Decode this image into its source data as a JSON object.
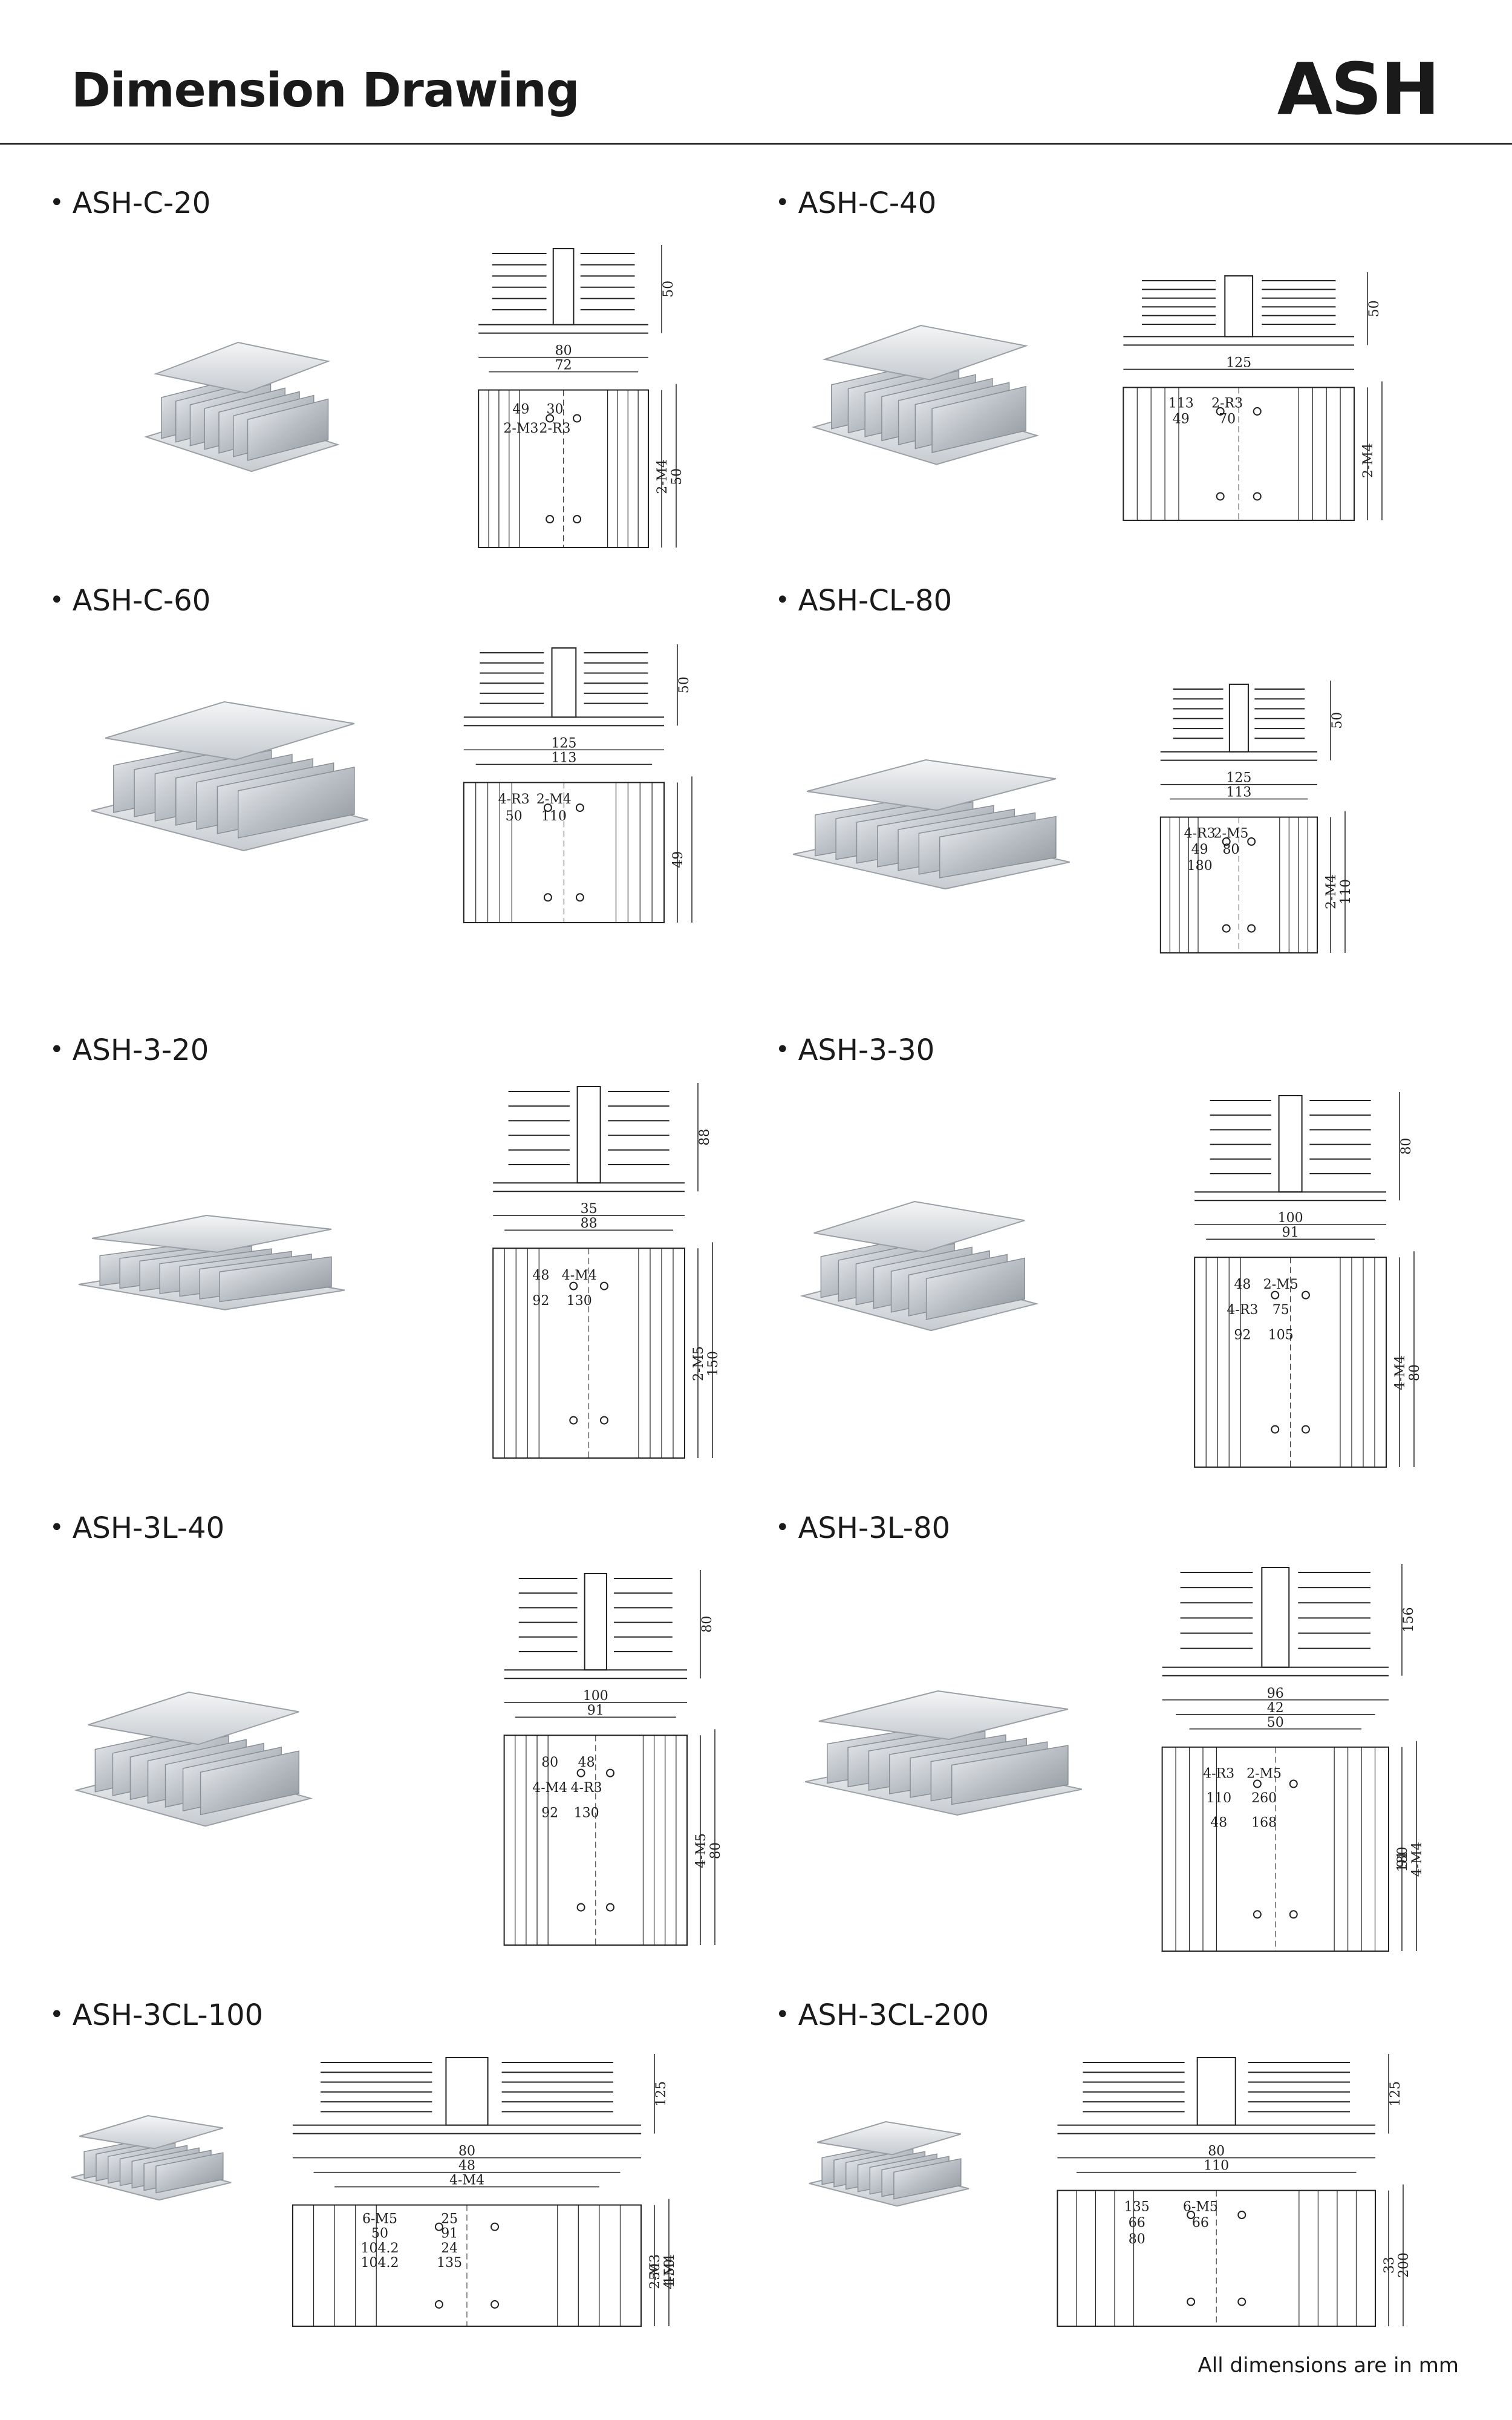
{
  "header": {
    "title": "Dimension Drawing",
    "brand": "ASH"
  },
  "footer": {
    "note": "All dimensions are in mm"
  },
  "sections": [
    {
      "label": "ASH-C-20",
      "dims": [
        "50",
        "80",
        "72",
        "49",
        "30",
        "2-M4",
        "2-M3",
        "2-R3",
        "50"
      ]
    },
    {
      "label": "ASH-C-40",
      "dims": [
        "50",
        "125",
        "113",
        "2-R3",
        "2-M4",
        "49",
        "70"
      ]
    },
    {
      "label": "ASH-C-60",
      "dims": [
        "50",
        "125",
        "113",
        "4-R3",
        "2-M4",
        "49",
        "50",
        "110"
      ]
    },
    {
      "label": "ASH-CL-80",
      "dims": [
        "50",
        "125",
        "113",
        "4-R3",
        "2-M5",
        "2-M4",
        "49",
        "80",
        "110",
        "180"
      ]
    },
    {
      "label": "ASH-3-20",
      "dims": [
        "88",
        "35",
        "88",
        "48",
        "4-M4",
        "2-M5",
        "92",
        "130",
        "150"
      ]
    },
    {
      "label": "ASH-3-30",
      "dims": [
        "80",
        "100",
        "91",
        "48",
        "2-M5",
        "4-M4",
        "4-R3",
        "75",
        "80",
        "92",
        "105"
      ]
    },
    {
      "label": "ASH-3L-40",
      "dims": [
        "80",
        "100",
        "91",
        "80",
        "48",
        "4-M5",
        "4-M4",
        "4-R3",
        "80",
        "92",
        "130"
      ]
    },
    {
      "label": "ASH-3L-80",
      "dims": [
        "156",
        "96",
        "42",
        "50",
        "4-R3",
        "2-M5",
        "91",
        "110",
        "260",
        "4-M4",
        "48",
        "168",
        "180"
      ]
    },
    {
      "label": "ASH-3CL-100",
      "dims": [
        "125",
        "80",
        "48",
        "4-M4",
        "6-M5",
        "25",
        "50",
        "50",
        "91",
        "150",
        "104.2",
        "24",
        "2-M3",
        "104.2",
        "135",
        "4-M4"
      ]
    },
    {
      "label": "ASH-3CL-200",
      "dims": [
        "125",
        "80",
        "110",
        "135",
        "6-M5",
        "33",
        "66",
        "66",
        "200",
        "80"
      ]
    }
  ]
}
